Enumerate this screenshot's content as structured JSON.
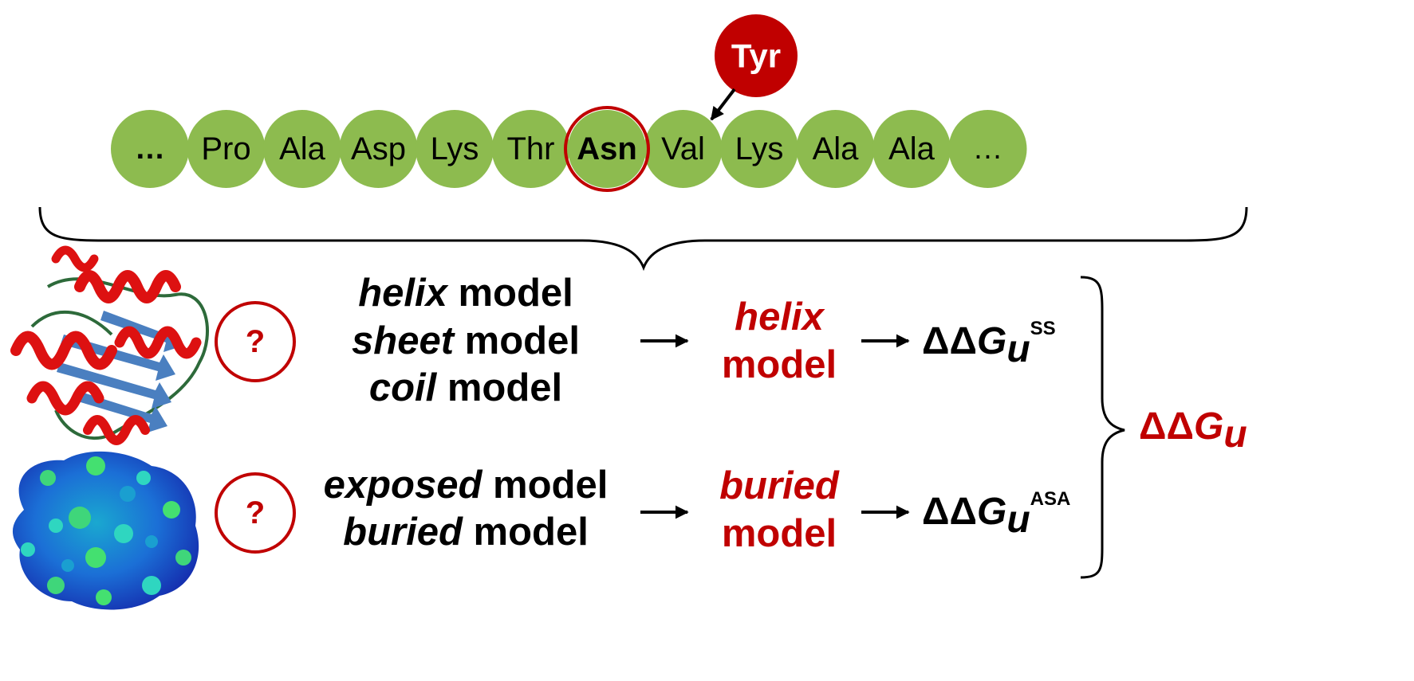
{
  "sequence": {
    "residues": [
      "…",
      "Pro",
      "Ala",
      "Asp",
      "Lys",
      "Thr",
      "Asn",
      "Val",
      "Lys",
      "Ala",
      "Ala",
      "…"
    ],
    "highlighted_residue": "Asn",
    "mutation": "Tyr"
  },
  "question_marks": [
    "?",
    "?"
  ],
  "secondary_structure": {
    "options": [
      {
        "type": "helix",
        "suffix": " model"
      },
      {
        "type": "sheet",
        "suffix": " model"
      },
      {
        "type": "coil",
        "suffix": " model"
      }
    ],
    "selected": {
      "type": "helix",
      "suffix": "model"
    },
    "result": {
      "delta": "ΔΔ",
      "symbol": "G",
      "sub": "u",
      "sup": "SS"
    }
  },
  "accessibility": {
    "options": [
      {
        "type": "exposed",
        "suffix": " model"
      },
      {
        "type": "buried",
        "suffix": " model"
      }
    ],
    "selected": {
      "type": "buried",
      "suffix": "model"
    },
    "result": {
      "delta": "ΔΔ",
      "symbol": "G",
      "sub": "u",
      "sup": "ASA"
    }
  },
  "total": {
    "delta": "ΔΔ",
    "symbol": "G",
    "sub": "u"
  },
  "colors": {
    "residue_fill": "#8dbb4f",
    "accent_red": "#c00000",
    "helix_red": "#dd1111",
    "sheet_blue": "#4a7fc0",
    "coil_green": "#2d6a3a"
  },
  "icons": {
    "structure_cartoon": "protein-ribbon-icon",
    "structure_surface": "protein-surface-icon"
  }
}
